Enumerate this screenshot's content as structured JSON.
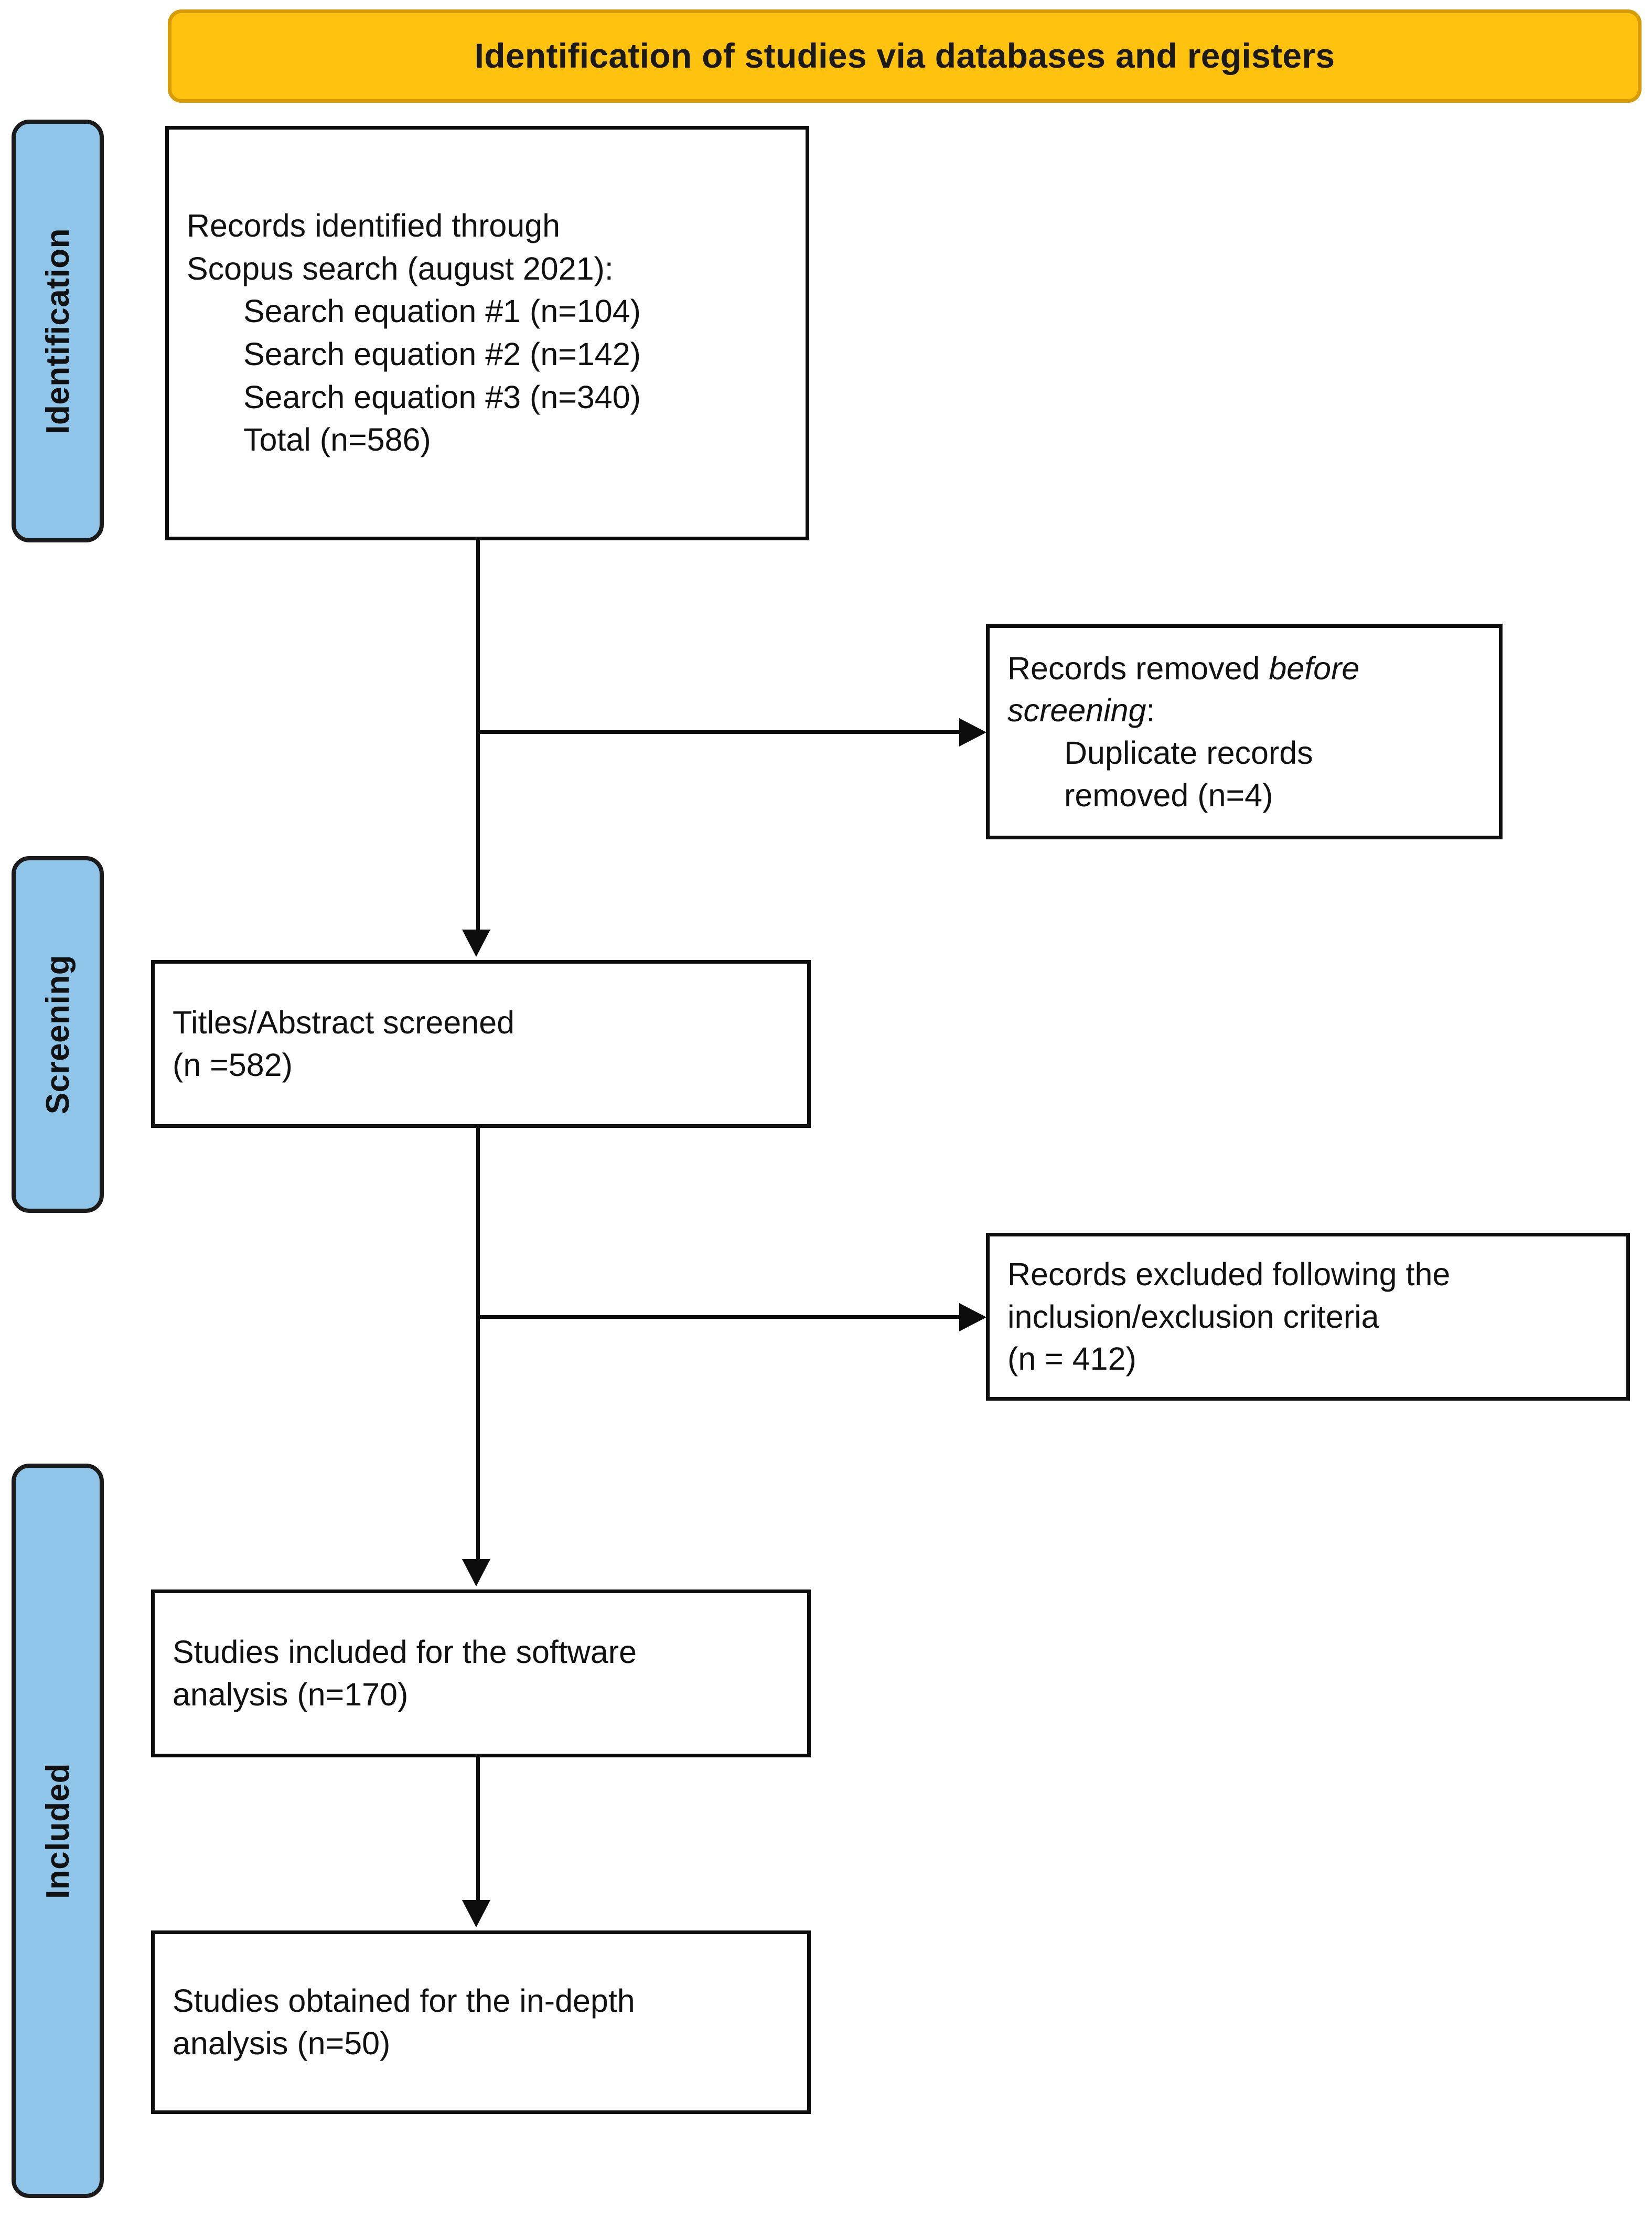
{
  "header": {
    "title": "Identification of studies via databases and registers",
    "background_color": "#FFC20E",
    "border_color": "#D79B06"
  },
  "stages": {
    "accent_color": "#8FC5E8",
    "items": [
      {
        "id": "identification",
        "label": "Identification"
      },
      {
        "id": "screening",
        "label": "Screening"
      },
      {
        "id": "included",
        "label": "Included"
      }
    ]
  },
  "boxes": {
    "identified": {
      "line1": "Records identified through",
      "line2": "Scopus search (august 2021):",
      "line3": "Search equation #1 (n=104)",
      "line4": "Search equation #2 (n=142)",
      "line5": "Search equation #3 (n=340)",
      "line6": "Total (n=586)"
    },
    "removed": {
      "line1_plain": "Records removed ",
      "line1_italic": "before",
      "line2_italic": "screening",
      "line2_plain": ":",
      "line3": "Duplicate records",
      "line4": "removed (n=4)"
    },
    "screened": {
      "line1": "Titles/Abstract screened",
      "line2": "(n =582)"
    },
    "excluded": {
      "line1": "Records excluded following the",
      "line2": "inclusion/exclusion criteria",
      "line3": "(n = 412)"
    },
    "software": {
      "line1": "Studies included for the software",
      "line2": "analysis (n=170)"
    },
    "indepth": {
      "line1": "Studies obtained for the in-depth",
      "line2": "analysis (n=50)"
    }
  },
  "chart_data": {
    "type": "diagram",
    "title": "Identification of studies via databases and registers",
    "nodes": [
      {
        "id": "identified",
        "stage": "Identification",
        "label": "Records identified through Scopus search (august 2021)",
        "total": 586,
        "sources": [
          {
            "name": "Search equation #1",
            "n": 104
          },
          {
            "name": "Search equation #2",
            "n": 142
          },
          {
            "name": "Search equation #3",
            "n": 340
          }
        ]
      },
      {
        "id": "removed",
        "stage": "Identification",
        "label": "Records removed before screening: Duplicate records removed",
        "n": 4
      },
      {
        "id": "screened",
        "stage": "Screening",
        "label": "Titles/Abstract screened",
        "n": 582
      },
      {
        "id": "excluded",
        "stage": "Screening",
        "label": "Records excluded following the inclusion/exclusion criteria",
        "n": 412
      },
      {
        "id": "software",
        "stage": "Included",
        "label": "Studies included for the software analysis",
        "n": 170
      },
      {
        "id": "indepth",
        "stage": "Included",
        "label": "Studies obtained for the in-depth analysis",
        "n": 50
      }
    ],
    "edges": [
      {
        "from": "identified",
        "to": "removed",
        "direction": "right"
      },
      {
        "from": "identified",
        "to": "screened",
        "direction": "down"
      },
      {
        "from": "screened",
        "to": "excluded",
        "direction": "right"
      },
      {
        "from": "screened",
        "to": "software",
        "direction": "down"
      },
      {
        "from": "software",
        "to": "indepth",
        "direction": "down"
      }
    ]
  }
}
